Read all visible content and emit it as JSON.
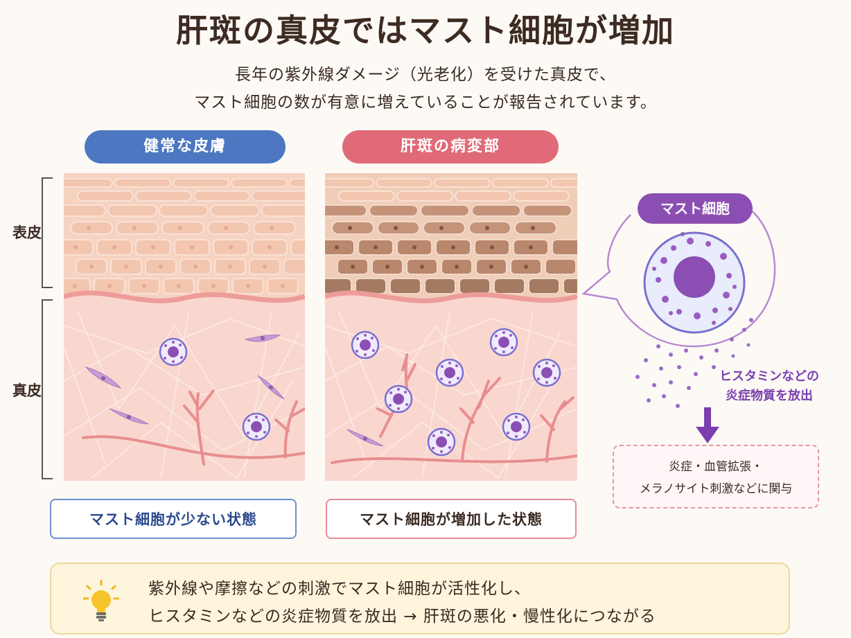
{
  "header": {
    "title": "肝斑の真皮ではマスト細胞が増加",
    "subtitle_line1": "長年の紫外線ダメージ（光老化）を受けた真皮で、",
    "subtitle_line2": "マスト細胞の数が有意に増えていることが報告されています。"
  },
  "panels": {
    "healthy": {
      "label": "健常な皮膚",
      "caption": "マスト細胞が少ない状態"
    },
    "lesion": {
      "label": "肝斑の病変部",
      "caption": "マスト細胞が増加した状態"
    }
  },
  "layers": {
    "epidermis": "表皮",
    "dermis": "真皮"
  },
  "mast_cell": {
    "label": "マスト細胞",
    "release_line1": "ヒスタミンなどの",
    "release_line2": "炎症物質を放出",
    "effect_line1": "炎症・血管拡張・",
    "effect_line2": "メラノサイト刺激などに関与"
  },
  "note": {
    "line1": "紫外線や摩擦などの刺激でマスト細胞が活性化し、",
    "line2": "ヒスタミンなどの炎症物質を放出 → 肝斑の悪化・慢性化につながる"
  },
  "icons": {
    "bulb": "lightbulb-icon",
    "arrow": "arrow-down-icon"
  },
  "colors": {
    "healthy_blue": "#4d78c1",
    "lesion_red": "#e06a78",
    "mast_purple": "#8b4fb3",
    "skin_pink": "#f8d2c8",
    "melanin_brown": "#a47a62"
  }
}
